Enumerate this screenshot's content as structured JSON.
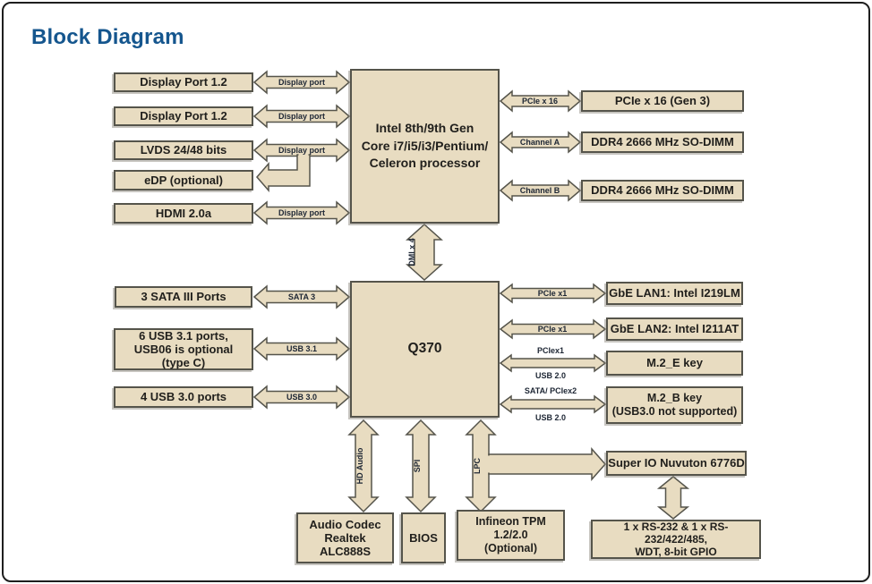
{
  "title": "Block Diagram",
  "colors": {
    "accent_blue": "#15568e",
    "box_fill": "#e8dcc1",
    "box_border": "#55544b",
    "text": "#201f1c"
  },
  "boxes": {
    "display_port_1": "Display Port 1.2",
    "display_port_2": "Display Port 1.2",
    "lvds": "LVDS 24/48 bits",
    "edp": "eDP (optional)",
    "hdmi": "HDMI 2.0a",
    "sata_ports": "3 SATA III Ports",
    "usb31_lines": [
      "6 USB 3.1 ports,",
      "USB06 is optional",
      "(type C)"
    ],
    "usb30": "4 USB 3.0 ports",
    "cpu_lines": [
      "Intel 8th/9th Gen",
      "Core i7/i5/i3/Pentium/",
      "Celeron processor"
    ],
    "chipset": "Q370",
    "pcie16": "PCIe x 16 (Gen 3)",
    "ddr4_a": "DDR4 2666 MHz SO-DIMM",
    "ddr4_b": "DDR4 2666 MHz SO-DIMM",
    "lan1": "GbE LAN1: Intel I219LM",
    "lan2": "GbE LAN2: Intel I211AT",
    "m2_e": "M.2_E key",
    "m2_b_lines": [
      "M.2_B key",
      "(USB3.0 not supported)"
    ],
    "super_io": "Super IO Nuvuton 6776D",
    "serial_lines": [
      "1 x RS-232 & 1 x RS-232/422/485,",
      "WDT, 8-bit GPIO"
    ],
    "audio_lines": [
      "Audio Codec",
      "Realtek ALC888S"
    ],
    "bios": "BIOS",
    "tpm_lines": [
      "Infineon TPM 1.2/2.0",
      "(Optional)"
    ]
  },
  "bus_labels": {
    "display_port": "Display port",
    "pcie_x16": "PCIe x 16",
    "channel_a": "Channel A",
    "channel_b": "Channel B",
    "dmi": "DMI x 4",
    "sata3": "SATA 3",
    "usb31": "USB 3.1",
    "usb30": "USB 3.0",
    "pcie_x1": "PCIe x1",
    "pciex1": "PCIex1",
    "usb20": "USB 2.0",
    "sata_pciex2": "SATA/ PCIex2",
    "hd_audio": "HD Audio",
    "spi": "SPI",
    "lpc": "LPC"
  }
}
